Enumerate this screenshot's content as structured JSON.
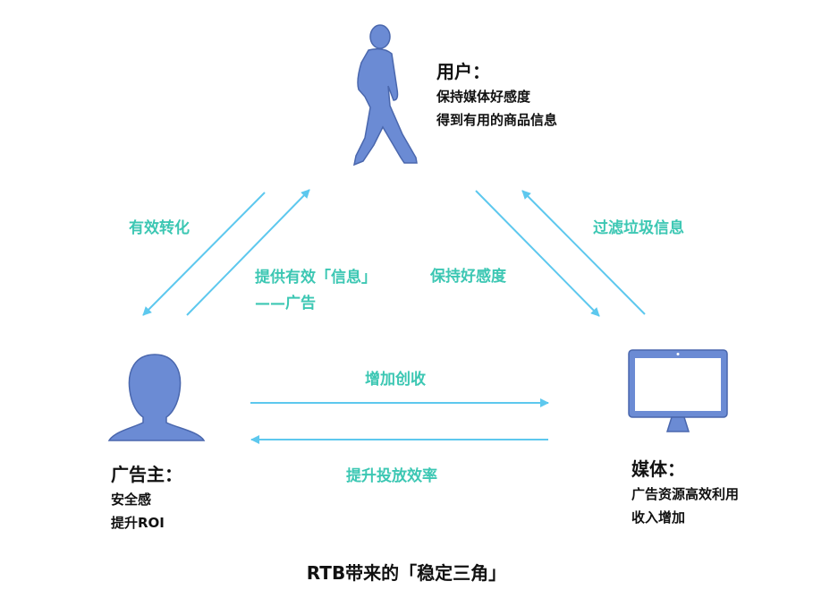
{
  "nodes": {
    "user": {
      "title": "用户：",
      "lines": [
        "保持媒体好感度",
        "得到有用的商品信息"
      ]
    },
    "advertiser": {
      "title": "广告主：",
      "lines": [
        "安全感",
        "提升ROI"
      ]
    },
    "media": {
      "title": "媒体：",
      "lines": [
        "广告资源高效利用",
        "收入增加"
      ]
    }
  },
  "edges": {
    "effective_conversion": "有效转化",
    "provide_info_line1": "提供有效「信息」",
    "provide_info_line2": "——广告",
    "keep_goodwill": "保持好感度",
    "filter_junk": "过滤垃圾信息",
    "increase_revenue": "增加创收",
    "improve_efficiency": "提升投放效率"
  },
  "caption": "RTB带来的「稳定三角」",
  "colors": {
    "icon": "#6b8bd4",
    "icon_stroke": "#4a67ad",
    "arrow": "#5dc8ee",
    "label": "#3cc7b3",
    "text": "#111111"
  },
  "icons": {
    "user": "walking-person-icon",
    "advertiser": "person-bust-icon",
    "media": "monitor-icon"
  }
}
